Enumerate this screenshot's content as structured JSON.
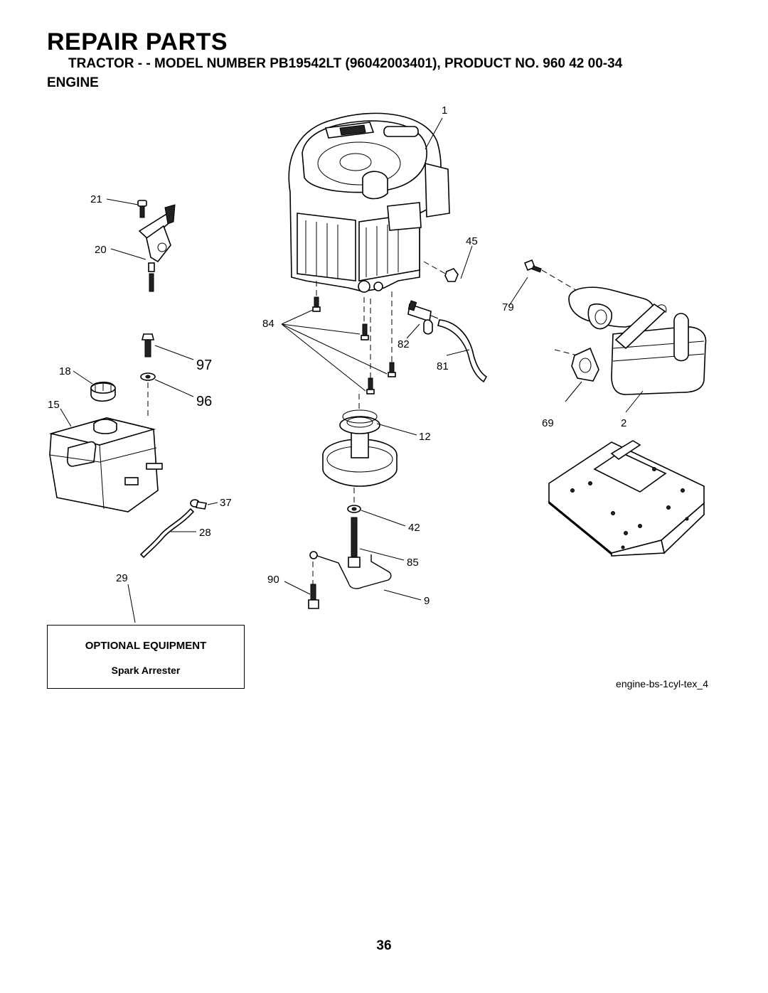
{
  "header": {
    "title": "REPAIR PARTS",
    "subtitle": "TRACTOR - - MODEL NUMBER PB19542LT (96042003401), PRODUCT NO. 960 42 00-34",
    "section": "ENGINE"
  },
  "callouts": {
    "c1": "1",
    "c21": "21",
    "c20": "20",
    "c45": "45",
    "c79": "79",
    "c84": "84",
    "c82": "82",
    "c97": "97",
    "c18": "18",
    "c81": "81",
    "c96": "96",
    "c15": "15",
    "c69": "69",
    "c2": "2",
    "c12": "12",
    "c37": "37",
    "c28": "28",
    "c42": "42",
    "c85": "85",
    "c29": "29",
    "c90": "90",
    "c9": "9"
  },
  "optional_equipment": {
    "title": "OPTIONAL EQUIPMENT",
    "item": "Spark Arrester"
  },
  "figure_id": "engine-bs-1cyl-tex_4",
  "page_number": "36"
}
